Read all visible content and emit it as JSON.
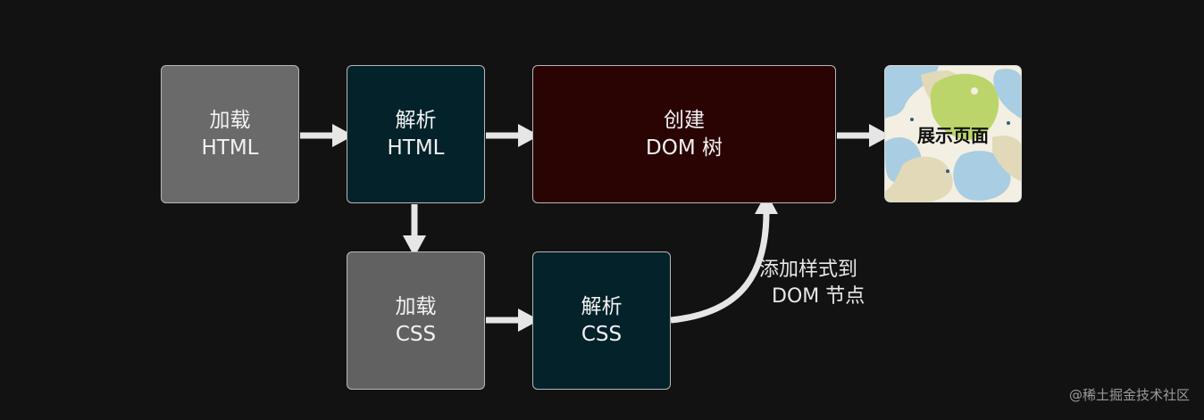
{
  "boxes": {
    "load_html": {
      "line1": "加载",
      "line2": "HTML"
    },
    "parse_html": {
      "line1": "解析",
      "line2": "HTML"
    },
    "create_dom": {
      "line1": "创建",
      "line2": "DOM 树"
    },
    "display": {
      "label": "展示页面"
    },
    "load_css": {
      "line1": "加载",
      "line2": "CSS"
    },
    "parse_css": {
      "line1": "解析",
      "line2": "CSS"
    }
  },
  "note": {
    "line1": "添加样式到",
    "line2": "DOM 节点"
  },
  "watermark": "@稀土掘金技术社区",
  "colors": {
    "background": "#121212",
    "load_box": "#6a6a6a",
    "parse_box": "#03222a",
    "dom_box": "#2a0303",
    "arrow": "#e6e6e6"
  }
}
